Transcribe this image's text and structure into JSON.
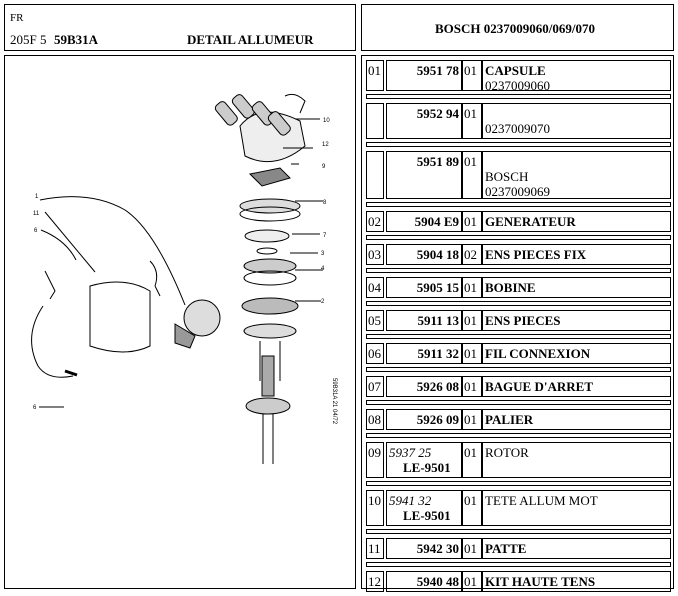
{
  "header": {
    "country": "FR",
    "model": "205F 5",
    "model_code": "59B31A",
    "section_title": "DETAIL ALLUMEUR",
    "part_title": "BOSCH 0237009060/069/070"
  },
  "diagram": {
    "callouts": [
      "10",
      "12",
      "9",
      "8",
      "7",
      "3",
      "4",
      "2",
      "1",
      "11",
      "6",
      "6"
    ],
    "side_code": "59B31A  21  04/72"
  },
  "parts": [
    {
      "num": "01",
      "ref": "5951 78",
      "ref_it": "",
      "ref_le": "",
      "qty": "01",
      "desc_bold": "CAPSULE",
      "desc_lines": [
        "0237009060"
      ]
    },
    {
      "num": "",
      "ref": "5952 94",
      "ref_it": "",
      "ref_le": "",
      "qty": "01",
      "desc_bold": "",
      "desc_lines": [
        "",
        "0237009070"
      ]
    },
    {
      "num": "",
      "ref": "5951 89",
      "ref_it": "",
      "ref_le": "",
      "qty": "01",
      "desc_bold": "",
      "desc_lines": [
        "",
        "BOSCH",
        "0237009069"
      ]
    },
    {
      "num": "02",
      "ref": "5904 E9",
      "ref_it": "",
      "ref_le": "",
      "qty": "01",
      "desc_bold": "GENERATEUR",
      "desc_lines": []
    },
    {
      "num": "03",
      "ref": "5904 18",
      "ref_it": "",
      "ref_le": "",
      "qty": "02",
      "desc_bold": "ENS PIECES FIX",
      "desc_lines": []
    },
    {
      "num": "04",
      "ref": "5905 15",
      "ref_it": "",
      "ref_le": "",
      "qty": "01",
      "desc_bold": "BOBINE",
      "desc_lines": []
    },
    {
      "num": "05",
      "ref": "5911 13",
      "ref_it": "",
      "ref_le": "",
      "qty": "01",
      "desc_bold": "ENS PIECES",
      "desc_lines": []
    },
    {
      "num": "06",
      "ref": "5911 32",
      "ref_it": "",
      "ref_le": "",
      "qty": "01",
      "desc_bold": "FIL CONNEXION",
      "desc_lines": []
    },
    {
      "num": "07",
      "ref": "5926 08",
      "ref_it": "",
      "ref_le": "",
      "qty": "01",
      "desc_bold": "BAGUE D'ARRET",
      "desc_lines": []
    },
    {
      "num": "08",
      "ref": "5926 09",
      "ref_it": "",
      "ref_le": "",
      "qty": "01",
      "desc_bold": "PALIER",
      "desc_lines": []
    },
    {
      "num": "09",
      "ref": "",
      "ref_it": "5937 25",
      "ref_le": "LE-9501",
      "qty": "01",
      "desc_bold": "",
      "desc_lines": [
        "ROTOR"
      ]
    },
    {
      "num": "10",
      "ref": "",
      "ref_it": "5941 32",
      "ref_le": "LE-9501",
      "qty": "01",
      "desc_bold": "",
      "desc_lines": [
        "TETE ALLUM MOT"
      ]
    },
    {
      "num": "11",
      "ref": "5942 30",
      "ref_it": "",
      "ref_le": "",
      "qty": "01",
      "desc_bold": "PATTE",
      "desc_lines": []
    },
    {
      "num": "12",
      "ref": "5940 48",
      "ref_it": "",
      "ref_le": "",
      "qty": "01",
      "desc_bold": "KIT HAUTE TENS",
      "desc_lines": []
    }
  ]
}
